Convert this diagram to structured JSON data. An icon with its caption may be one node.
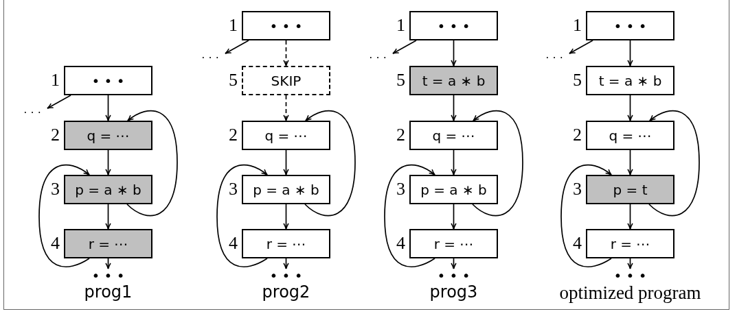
{
  "diagram": {
    "nodes": [
      {
        "text": [
          "• • •"
        ],
        "beside": [
          "1"
        ]
      },
      {
        "text": [
          ". . ."
        ]
      },
      {
        "text": [
          "q = ⋯"
        ],
        "beside": [
          "2"
        ]
      },
      {
        "text": [
          "p = a ∗ b"
        ],
        "beside": [
          "3"
        ]
      },
      {
        "text": [
          "r = ⋯"
        ],
        "beside": [
          "4"
        ]
      },
      {
        "text": [
          "• • •"
        ]
      },
      {
        "text": [
          "• • •"
        ],
        "beside": [
          "1"
        ]
      },
      {
        "text": [
          ". . ."
        ]
      },
      {
        "text": [
          "SKIP"
        ],
        "beside": [
          "5"
        ]
      },
      {
        "text": [
          "q = ⋯"
        ],
        "beside": [
          "2"
        ]
      },
      {
        "text": [
          "p = a ∗ b"
        ],
        "beside": [
          "3"
        ]
      },
      {
        "text": [
          "r = ⋯"
        ],
        "beside": [
          "4"
        ]
      },
      {
        "text": [
          "• • •"
        ]
      },
      {
        "text": [
          "• • •"
        ],
        "beside": [
          "1"
        ]
      },
      {
        "text": [
          ". . ."
        ]
      },
      {
        "text": [
          "t = a ∗ b"
        ],
        "beside": [
          "5"
        ]
      },
      {
        "text": [
          "q = ⋯"
        ],
        "beside": [
          "2"
        ]
      },
      {
        "text": [
          "p = a ∗ b"
        ],
        "beside": [
          "3"
        ]
      },
      {
        "text": [
          "r = ⋯"
        ],
        "beside": [
          "4"
        ]
      },
      {
        "text": [
          "• • •"
        ]
      },
      {
        "text": [
          "• • •"
        ],
        "beside": [
          "1"
        ]
      },
      {
        "text": [
          ". . ."
        ]
      },
      {
        "text": [
          "t = a ∗ b"
        ],
        "beside": [
          "5"
        ]
      },
      {
        "text": [
          "q = ⋯"
        ],
        "beside": [
          "2"
        ]
      },
      {
        "text": [
          "p = t"
        ],
        "beside": [
          "3"
        ]
      },
      {
        "text": [
          "r = ⋯"
        ],
        "beside": [
          "4"
        ]
      },
      {
        "text": [
          "• • •"
        ]
      }
    ],
    "edges": [
      {
        "from": 0,
        "to": 1,
        "arrow": "to"
      },
      {
        "from": 0,
        "to": 2,
        "arrow": "to"
      },
      {
        "from": 2,
        "to": 3,
        "arrow": "to"
      },
      {
        "from": 3,
        "to": 4,
        "arrow": "to"
      },
      {
        "from": 4,
        "to": 5,
        "arrow": "to"
      },
      {
        "from": 3,
        "to": 2,
        "arrow": "to"
      },
      {
        "from": 4,
        "to": 3,
        "arrow": "to"
      },
      {
        "from": 6,
        "to": 7,
        "arrow": "to"
      },
      {
        "from": 6,
        "to": 8,
        "arrow": "to",
        "style": "dashed"
      },
      {
        "from": 8,
        "to": 9,
        "arrow": "to",
        "style": "dashed"
      },
      {
        "from": 9,
        "to": 10,
        "arrow": "to"
      },
      {
        "from": 10,
        "to": 11,
        "arrow": "to"
      },
      {
        "from": 11,
        "to": 12,
        "arrow": "to"
      },
      {
        "from": 10,
        "to": 9,
        "arrow": "to"
      },
      {
        "from": 11,
        "to": 10,
        "arrow": "to"
      },
      {
        "from": 13,
        "to": 14,
        "arrow": "to"
      },
      {
        "from": 13,
        "to": 15,
        "arrow": "to"
      },
      {
        "from": 15,
        "to": 16,
        "arrow": "to"
      },
      {
        "from": 16,
        "to": 17,
        "arrow": "to"
      },
      {
        "from": 17,
        "to": 18,
        "arrow": "to"
      },
      {
        "from": 18,
        "to": 19,
        "arrow": "to"
      },
      {
        "from": 17,
        "to": 16,
        "arrow": "to"
      },
      {
        "from": 18,
        "to": 17,
        "arrow": "to"
      },
      {
        "from": 20,
        "to": 21,
        "arrow": "to"
      },
      {
        "from": 20,
        "to": 22,
        "arrow": "to"
      },
      {
        "from": 22,
        "to": 23,
        "arrow": "to"
      },
      {
        "from": 23,
        "to": 24,
        "arrow": "to"
      },
      {
        "from": 24,
        "to": 25,
        "arrow": "to"
      },
      {
        "from": 25,
        "to": 26,
        "arrow": "to"
      },
      {
        "from": 24,
        "to": 23,
        "arrow": "to"
      },
      {
        "from": 25,
        "to": 24,
        "arrow": "to"
      }
    ],
    "labels": [
      "prog1",
      "prog2",
      "prog3",
      "optimized program"
    ]
  }
}
